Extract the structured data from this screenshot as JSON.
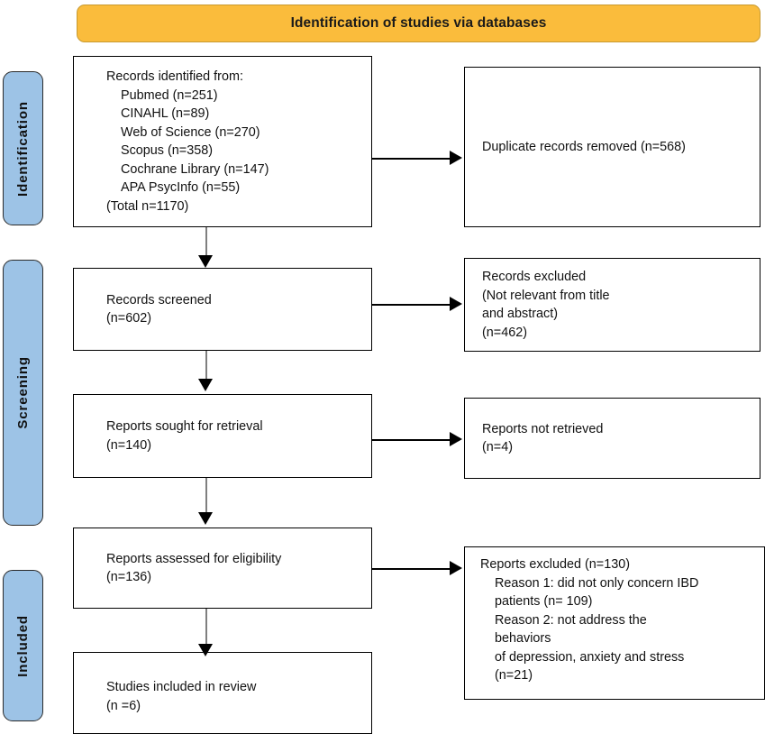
{
  "banner": {
    "title": "Identification of studies via databases",
    "color": "#FABC3C"
  },
  "stages": [
    {
      "id": "identification",
      "label": "Identification",
      "color": "#9DC3E6"
    },
    {
      "id": "screening",
      "label": "Screening",
      "color": "#9DC3E6"
    },
    {
      "id": "included",
      "label": "Included",
      "color": "#9DC3E6"
    }
  ],
  "boxes": {
    "records_identified": {
      "head": "Records identified from:",
      "sources": [
        "Pubmed (n=251)",
        "CINAHL (n=89)",
        "Web of Science (n=270)",
        "Scopus (n=358)",
        "Cochrane Library (n=147)",
        "APA PsycInfo (n=55)"
      ],
      "total": "(Total n=1170)",
      "text": "Records identified from:\n    Pubmed (n=251)\n    CINAHL (n=89)\n    Web of Science (n=270)\n    Scopus (n=358)\n    Cochrane Library (n=147)\n    APA PsycInfo (n=55)\n(Total n=1170)"
    },
    "duplicates_removed": {
      "text": "Duplicate records removed (n=568)",
      "count": 568
    },
    "records_screened": {
      "text": "Records screened\n(n=602)",
      "count": 602
    },
    "records_excluded": {
      "text": "Records excluded\n(Not relevant from title\nand abstract)\n(n=462)",
      "count": 462
    },
    "reports_sought": {
      "text": "Reports sought for retrieval\n(n=140)",
      "count": 140
    },
    "reports_not_retrieved": {
      "text": "Reports not retrieved\n(n=4)",
      "count": 4
    },
    "reports_assessed": {
      "text": "Reports assessed for eligibility\n(n=136)",
      "count": 136
    },
    "reports_excluded": {
      "text": "Reports excluded (n=130)\n    Reason 1: did not only concern IBD\n    patients (n= 109)\n    Reason 2: not address the\n    behaviors\n    of depression, anxiety and stress\n    (n=21)",
      "count": 130,
      "reasons": [
        {
          "label": "Reason 1: did not only concern IBD patients",
          "count": 109
        },
        {
          "label": "Reason 2: not address the behaviors of depression, anxiety and stress",
          "count": 21
        }
      ]
    },
    "studies_included": {
      "text": "Studies included in review\n(n =6)",
      "count": 6
    }
  }
}
